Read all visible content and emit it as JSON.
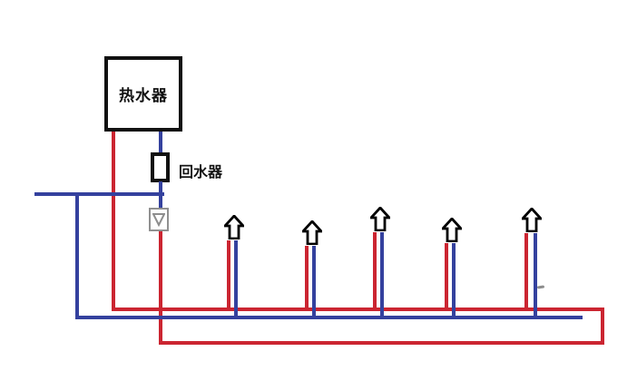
{
  "labels": {
    "heater": "热水器",
    "return_device": "回水器"
  },
  "colors": {
    "hot_pipe": "#cb2531",
    "cold_pipe": "#34419e",
    "outline": "#111111",
    "valve_gray": "#909090"
  },
  "diagram": {
    "fixture_arrows": 5
  }
}
